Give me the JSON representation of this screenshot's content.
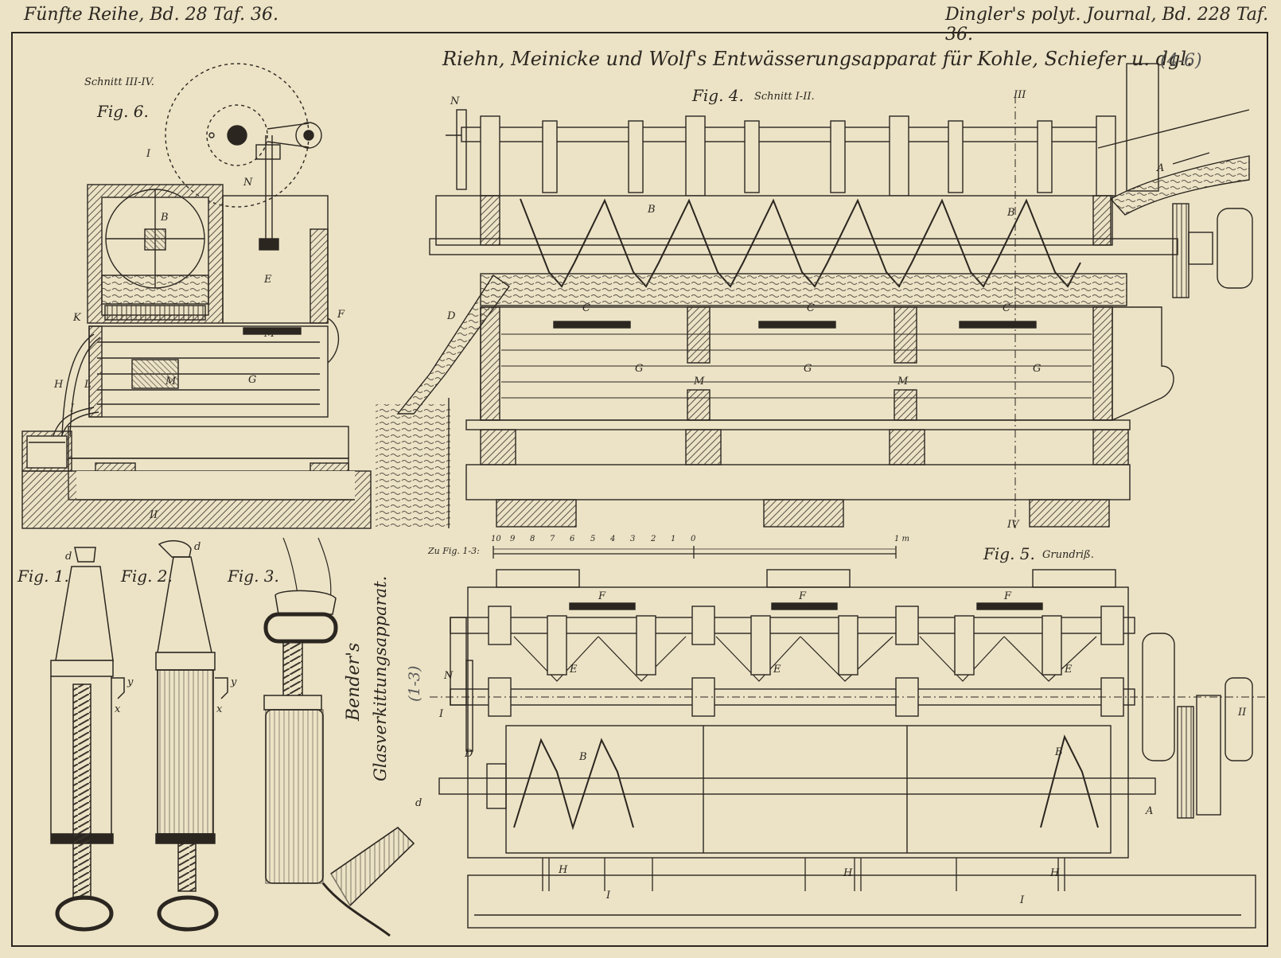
{
  "header": {
    "left": "Fünfte Reihe, Bd. 28 Taf. 36.",
    "right": "Dingler's polyt. Journal, Bd. 228 Taf. 36."
  },
  "title": "Riehn, Meinicke und Wolf's Entwässerungsapparat für Kohle, Schiefer u. dgl.",
  "title_figs": "(4-6)",
  "fig6": {
    "section": "Schnitt III-IV.",
    "label": "Fig. 6."
  },
  "fig4": {
    "label": "Fig. 4.",
    "section": "Schnitt I-II."
  },
  "fig5": {
    "label": "Fig. 5.",
    "section": "Grundriß."
  },
  "fig1": {
    "label": "Fig. 1."
  },
  "fig2": {
    "label": "Fig. 2."
  },
  "fig3": {
    "label": "Fig. 3."
  },
  "bender": {
    "line1": "Bender's",
    "line2": "Glasverkittungsapparat.",
    "figs": "(1-3)"
  },
  "scale": {
    "caption": "Zu Fig. 1-3:",
    "ticks": [
      "10",
      "9",
      "8",
      "7",
      "6",
      "5",
      "4",
      "3",
      "2",
      "1",
      "0"
    ],
    "end": "1 m"
  },
  "letters": {
    "A": "A",
    "B": "B",
    "C": "C",
    "D": "D",
    "E": "E",
    "F": "F",
    "G": "G",
    "H": "H",
    "I": "I",
    "K": "K",
    "L": "L",
    "M": "M",
    "N": "N",
    "d": "d",
    "x": "x",
    "y": "y",
    "II": "II",
    "III": "III",
    "IV": "IV"
  },
  "colors": {
    "paper": "#ece3c6",
    "ink": "#2b2620",
    "hatch": "#5a5248"
  }
}
